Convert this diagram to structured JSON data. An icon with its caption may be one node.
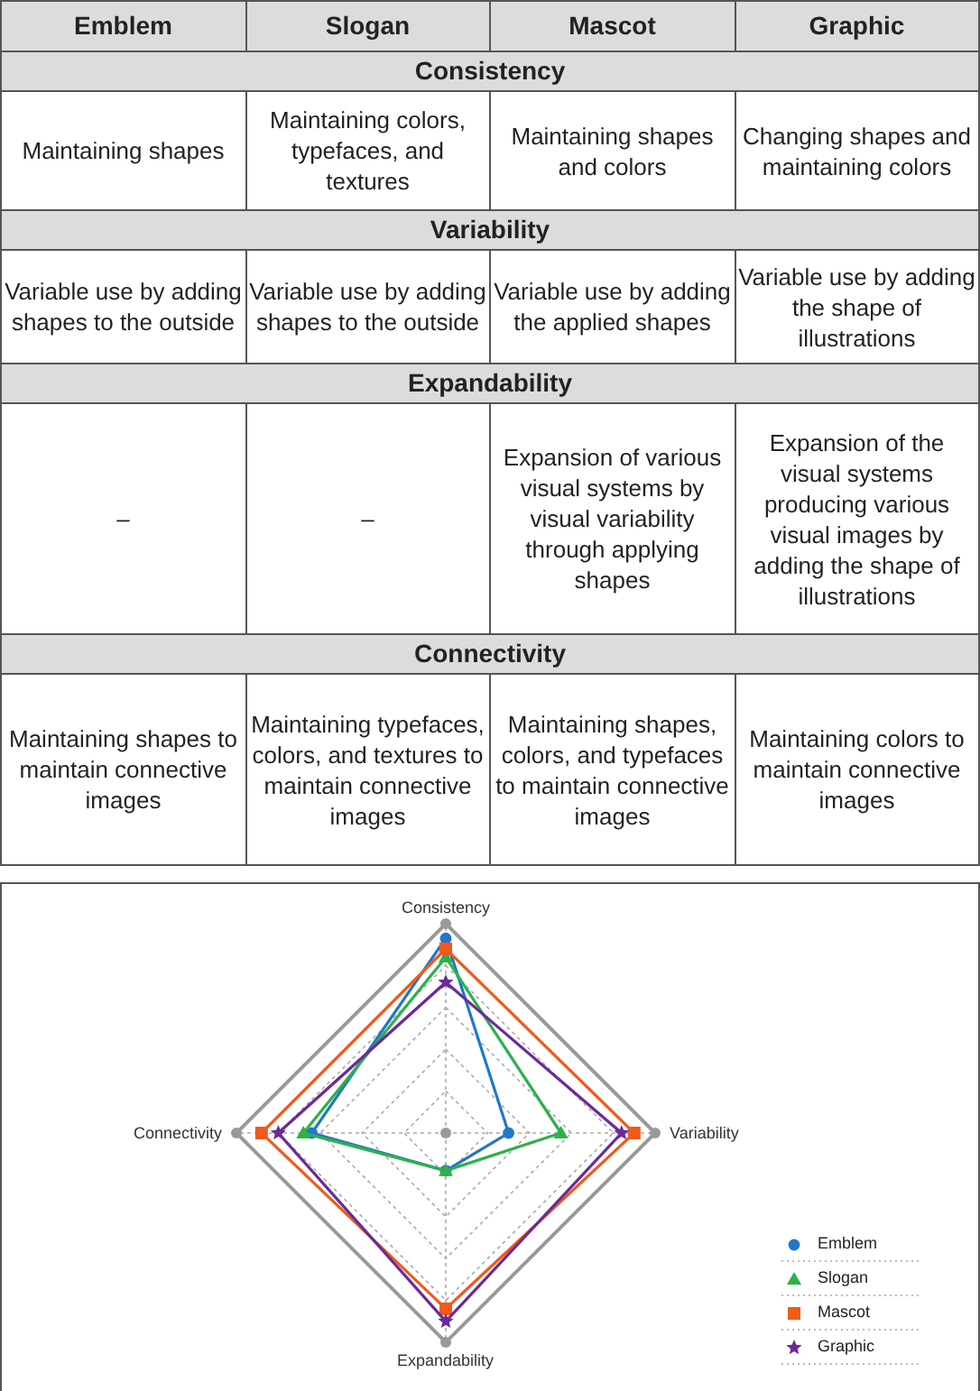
{
  "diagram": {
    "labels": [
      "Emblem",
      "Slogan",
      "Mascot",
      "Graphic",
      "Consistency",
      "Maintaining shapes",
      "Maintaining colors, typefaces, and textures",
      "Maintaining shapes and colors",
      "Changing shapes and maintaining colors",
      "Variability",
      "Variable use by adding shapes to the outside",
      "Variable use by adding shapes to the outside",
      "Variable use by adding the applied shapes",
      "Variable use by adding the shape of illustrations",
      "Expandability",
      "–",
      "–",
      "Expansion of various visual systems by visual variability through applying shapes",
      "Expansion of the visual systems producing various visual images by adding the shape of illustrations",
      "Connectivity",
      "Maintaining shapes to maintain connective images",
      "Maintaining typefaces, colors, and textures to maintain connective images",
      "Maintaining shapes, colors, and typefaces to maintain connective images",
      "Maintaining colors to maintain connective images",
      "Consistency",
      "Connectivity",
      "Variability",
      "Expandability"
    ],
    "legend": [
      {
        "text": "Emblem",
        "color": "#1f78c8"
      },
      {
        "text": "Slogan",
        "color": "#2eb04a"
      },
      {
        "text": "Mascot",
        "color": "#f05a1a"
      },
      {
        "text": "Graphic",
        "color": "#6a2a9a"
      }
    ]
  }
}
